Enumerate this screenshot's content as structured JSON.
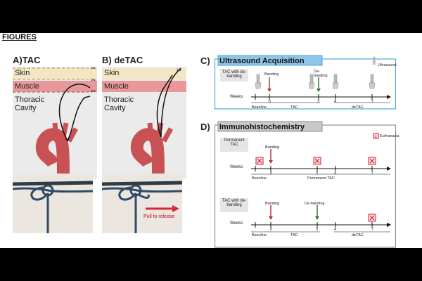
{
  "figures_heading": "FIGURES",
  "panel_a": {
    "letter_title": "A)TAC",
    "layers": [
      "Skin",
      "Muscle",
      "Thoracic",
      "Cavity"
    ]
  },
  "panel_b": {
    "letter_title": "B) deTAC",
    "layers": [
      "Skin",
      "Muscle",
      "Thoracic",
      "Cavity"
    ],
    "pull_label": "Pull to release"
  },
  "panel_c": {
    "letter": "C)",
    "title": "Ultrasound Acquisition",
    "legend": "Ultrasound",
    "group_label": "TAC with de-banding",
    "events": {
      "banding": "Banding",
      "debanding": "De-banding"
    },
    "axis_label": "Weeks",
    "ticks": [
      "0",
      "3",
      "4",
      "7"
    ],
    "phases": [
      "Baseline",
      "TAC",
      "deTAC"
    ]
  },
  "panel_d": {
    "letter": "D)",
    "title": "Immunohistochemistry",
    "legend": "Euthanasia",
    "group1": {
      "label": "Permanent TAC",
      "banding": "Banding",
      "axis_label": "Weeks",
      "ticks": [
        "0",
        "3",
        "4",
        "7"
      ],
      "phases": [
        "Baseline",
        "Permanent TAC"
      ]
    },
    "group2": {
      "label": "TAC with de-banding",
      "banding": "Banding",
      "debanding": "De-banding",
      "axis_label": "Weeks",
      "ticks": [
        "0",
        "3",
        "4",
        "7"
      ],
      "phases": [
        "Baseline",
        "TAC",
        "deTAC"
      ]
    }
  },
  "colors": {
    "skin": "#f3e6c4",
    "muscle": "#e9989a",
    "aorta": "#c85154",
    "banding_arrow": "#b5373f",
    "debanding_arrow": "#2f7a3a",
    "ultrasound_title_bg": "#8fc6e8",
    "ultrasound_border": "#49a7d8",
    "ihc_title_bg": "#c8c8c8",
    "ihc_border": "#8c8c8c",
    "suture": "#2f4a67"
  }
}
